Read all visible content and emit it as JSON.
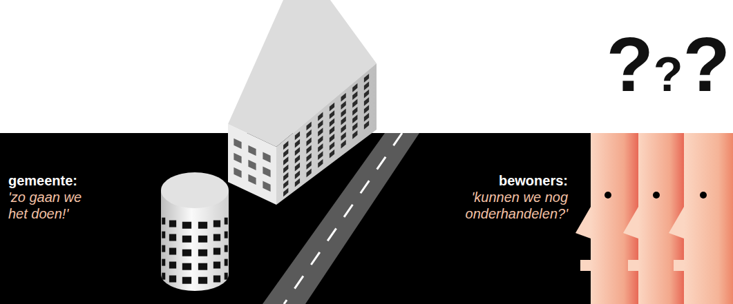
{
  "diagram": {
    "labels": [
      "gemeente:",
      "'zo gaan we het doen!'",
      "bewoners:",
      "'kunnen we nog onderhandelen?'",
      "?",
      "?",
      "?"
    ]
  }
}
